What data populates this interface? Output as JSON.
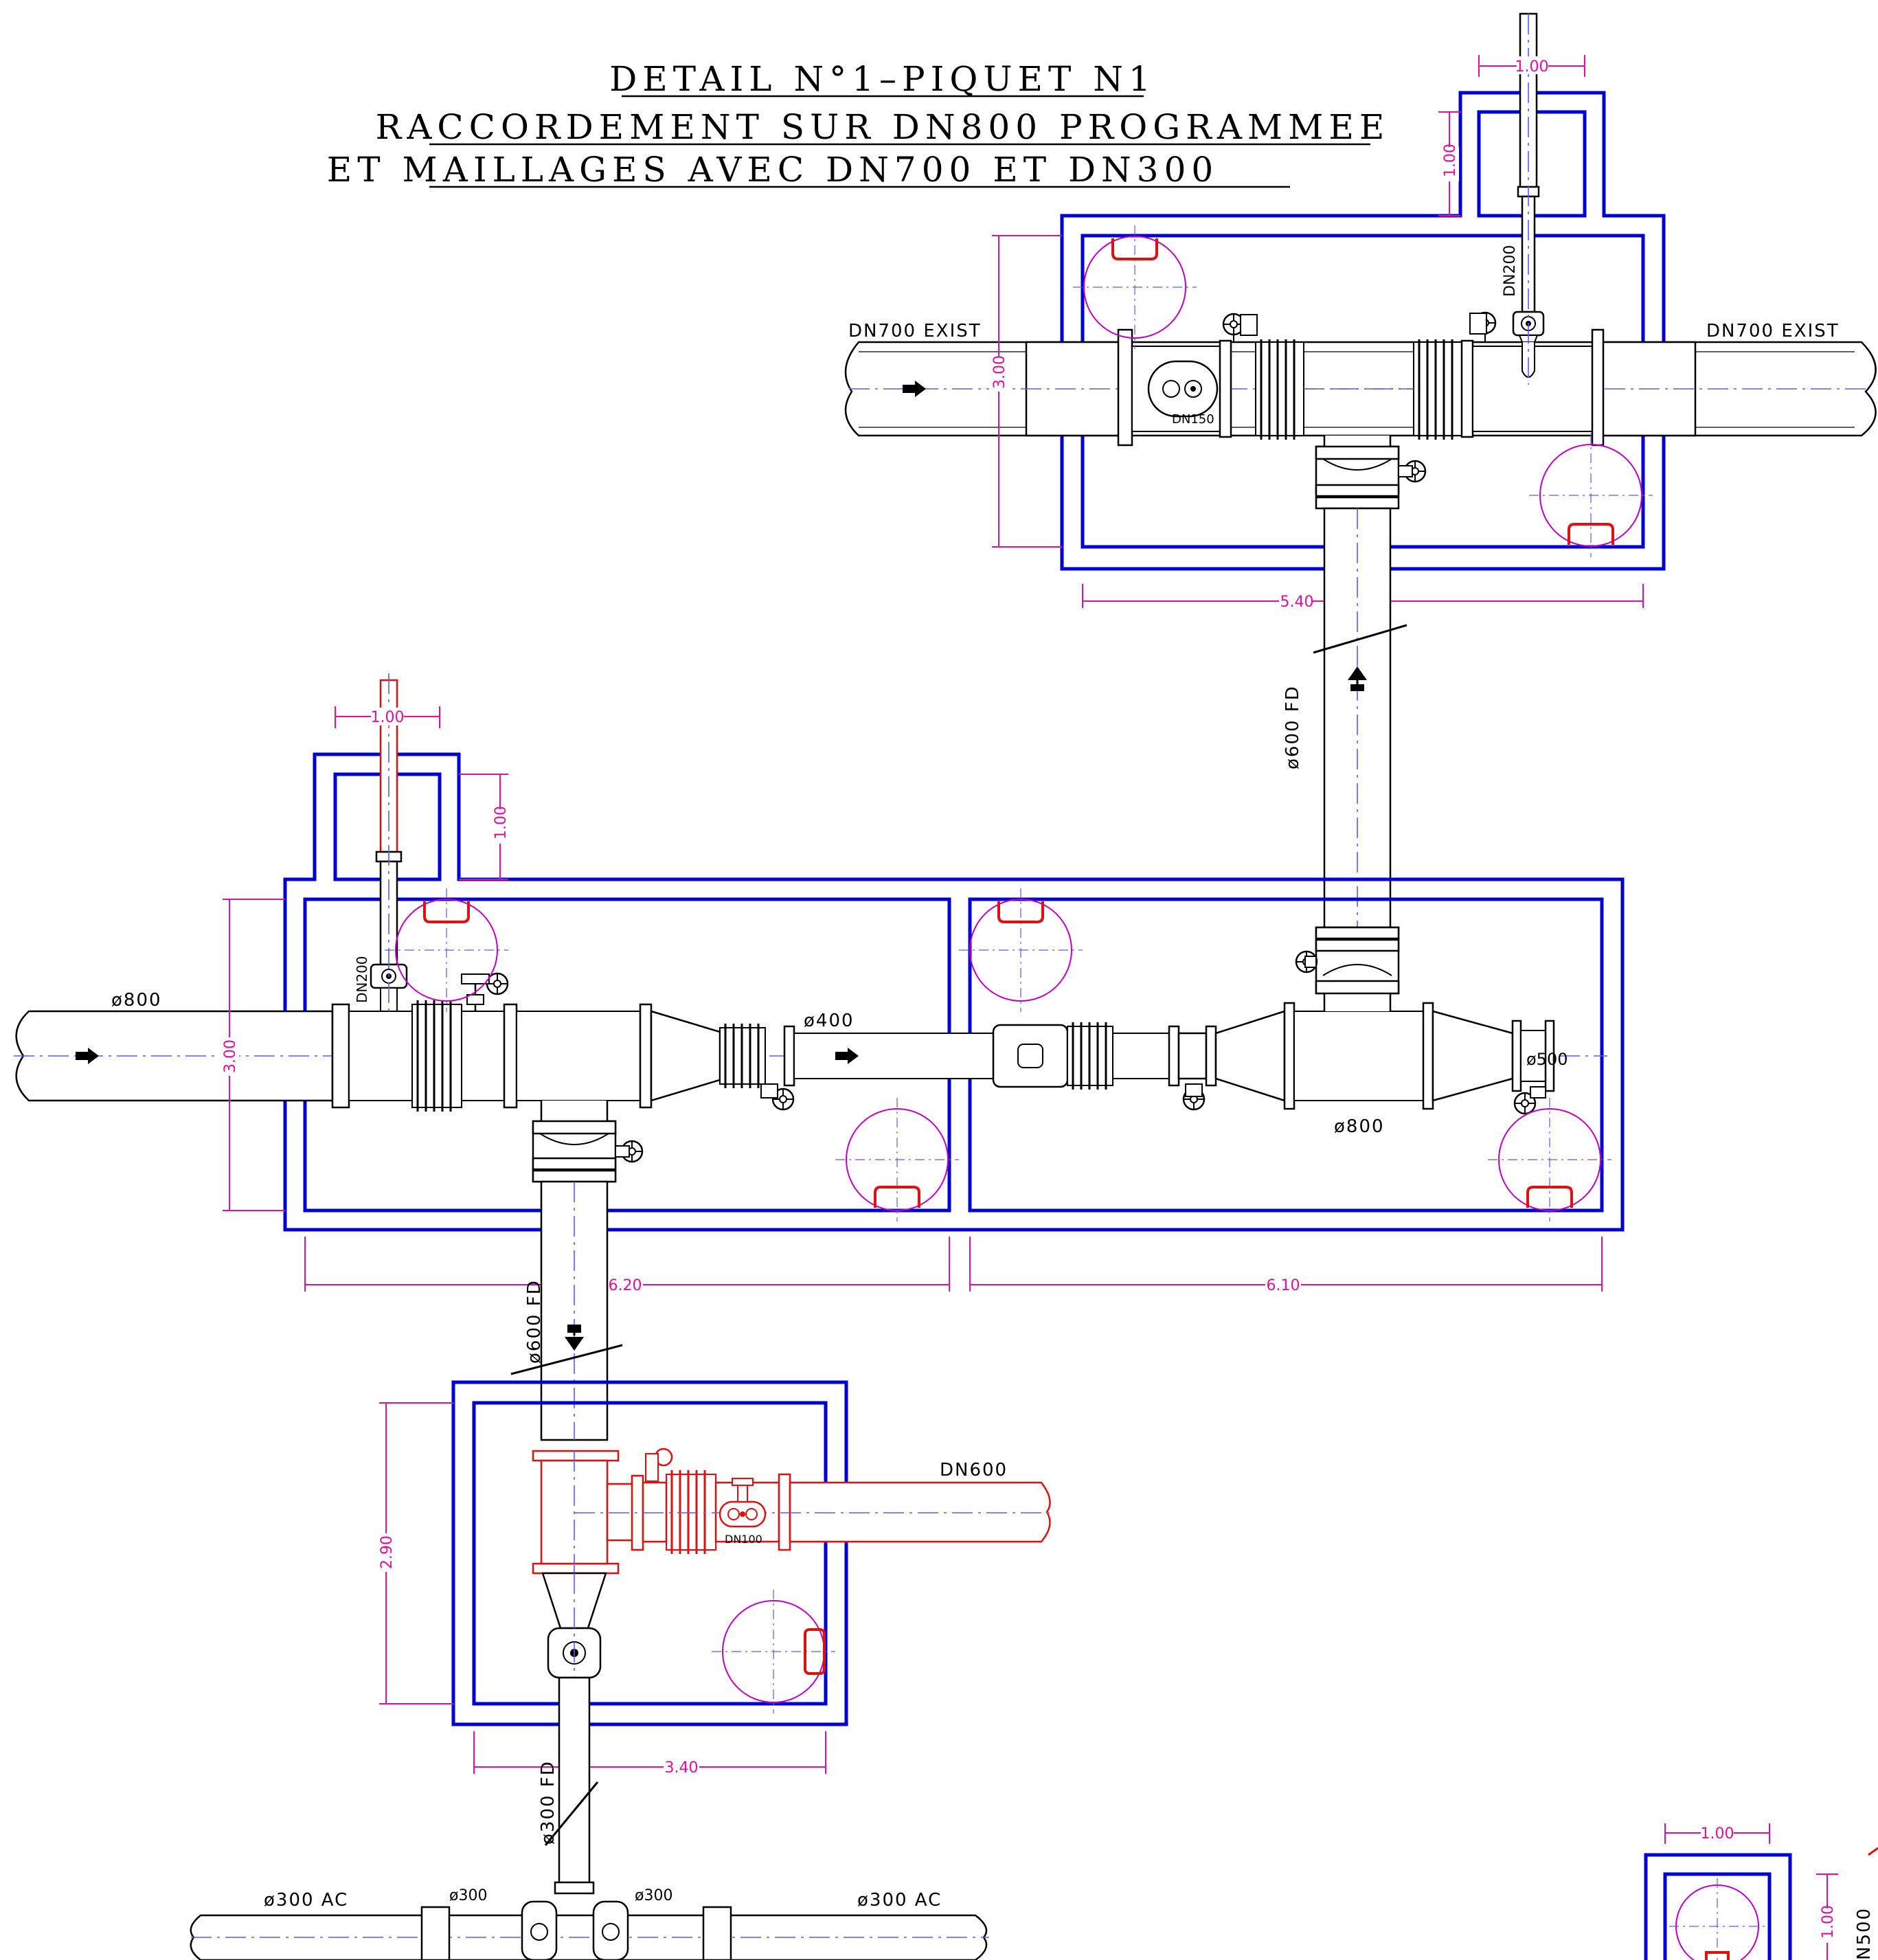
{
  "title": {
    "line1": "DETAIL N°1–PIQUET N1",
    "line2": "RACCORDEMENT SUR DN800 PROGRAMMEE",
    "line3": "ET MAILLAGES AVEC DN700 ET DN300"
  },
  "labels": {
    "dn700_left": "DN700  EXIST",
    "dn700_right": "DN700  EXIST",
    "dn200_top": "DN200",
    "dn150": "DN150",
    "fd600_upper": "ø600  FD",
    "phi800_in": "ø800",
    "dn200_mid": "DN200",
    "phi400": "ø400",
    "phi500": "ø500",
    "phi800_main": "ø800",
    "fd600_lower": "ø600  FD",
    "dn600": "DN600",
    "dn100": "DN100",
    "fd300": "ø300  FD",
    "ac300_left": "ø300  AC",
    "phi300_a": "ø300",
    "phi300_b": "ø300",
    "ac300_right": "ø300  AC",
    "dn500": "N500"
  },
  "dimensions": {
    "top_chimney_w": "1.00",
    "top_chimney_h": "1.00",
    "top_chamber_h": "3.00",
    "top_chamber_w": "5.40",
    "mid_chimney_w": "1.00",
    "mid_chimney_h": "1.00",
    "mid_chamber_h": "3.00",
    "mid_left_w": "6.20",
    "mid_right_w": "6.10",
    "low_chamber_h": "2.90",
    "low_chamber_w": "3.40",
    "corner_chimney_w": "1.00",
    "corner_chimney_h": "1.00"
  },
  "colors": {
    "chamber": "#0000d6",
    "dimension": "#e0109c",
    "new_pipe": "#e01010",
    "axis": "#5a5aff",
    "manhole": "#c000c0"
  }
}
